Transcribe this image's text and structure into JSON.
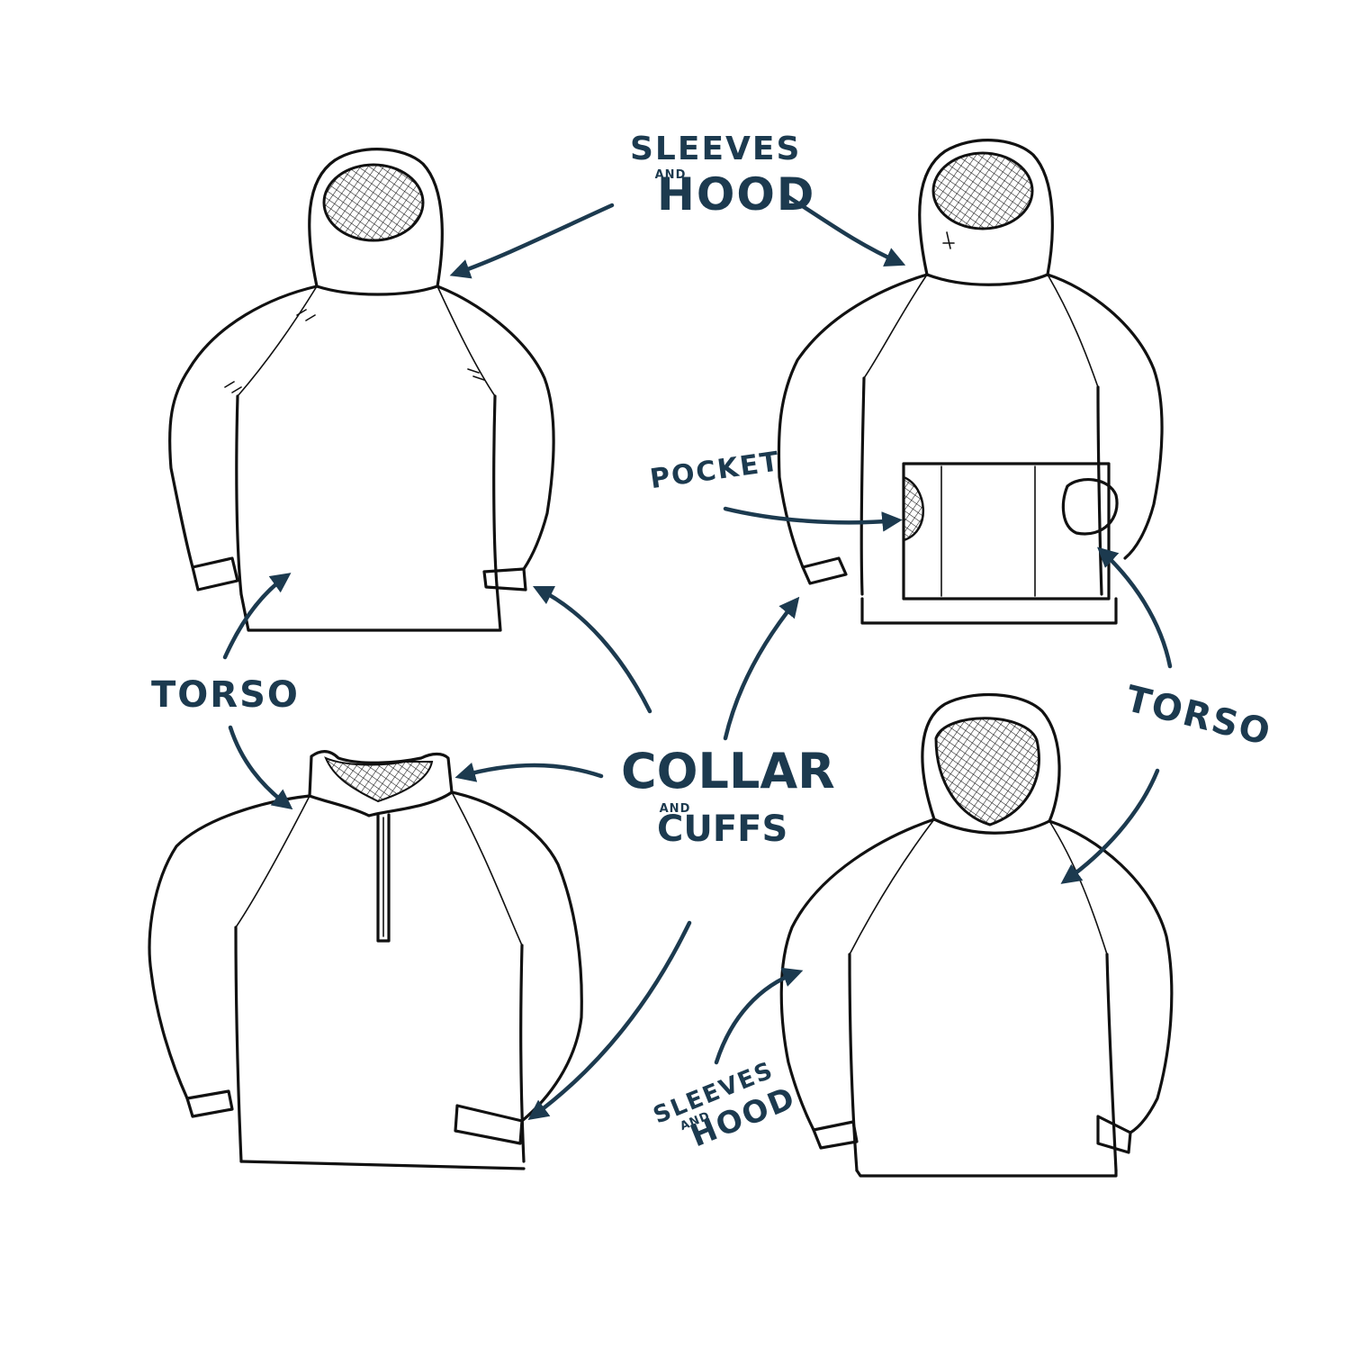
{
  "diagram": {
    "ink_color": "#111111",
    "label_color": "#1c3a4f",
    "labels": {
      "sleeves_hood_top": {
        "line1": "SLEEVES",
        "line2": "AND",
        "line3": "HOOD"
      },
      "pocket": {
        "text": "POCKET"
      },
      "torso_left": {
        "text": "TORSO"
      },
      "torso_right": {
        "text": "TORSO"
      },
      "collar_cuffs": {
        "line1": "COLLAR",
        "line2": "AND",
        "line3": "CUFFS"
      },
      "sleeves_hood_bottom": {
        "line1": "SLEEVES",
        "line2": "AND",
        "line3": "HOOD"
      }
    },
    "garments": [
      {
        "id": "pullover-hoodie",
        "icon": "hoodie-sketch"
      },
      {
        "id": "anorak-hoodie",
        "icon": "anorak-sketch"
      },
      {
        "id": "quarter-zip-pullover",
        "icon": "quarter-zip-sketch"
      },
      {
        "id": "oversized-hoodie",
        "icon": "hoodie-sketch"
      }
    ]
  }
}
